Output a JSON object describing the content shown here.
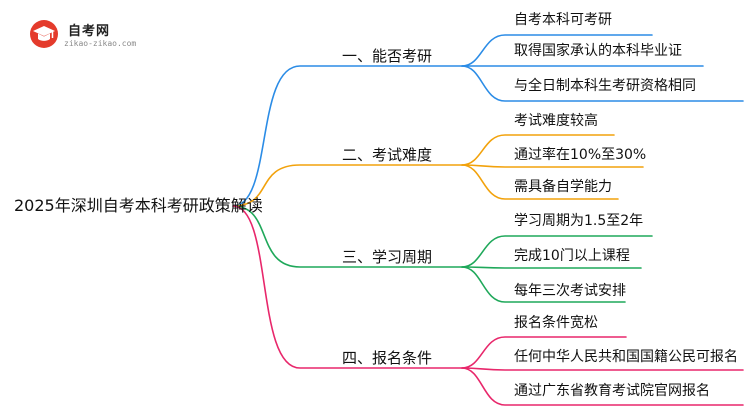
{
  "logo": {
    "title": "自考网",
    "url": "zikao-zikao.com",
    "icon": "graduation-cap-icon"
  },
  "root": {
    "label": "2025年深圳自考本科考研政策解读"
  },
  "branches": [
    {
      "label": "一、能否考研",
      "color": "#2b8ce6",
      "leaves": [
        "自考本科可考研",
        "取得国家承认的本科毕业证",
        "与全日制本科生考研资格相同"
      ]
    },
    {
      "label": "二、考试难度",
      "color": "#f2a20c",
      "leaves": [
        "考试难度较高",
        "通过率在10%至30%",
        "需具备自学能力"
      ]
    },
    {
      "label": "三、学习周期",
      "color": "#1fa85a",
      "leaves": [
        "学习周期为1.5至2年",
        "完成10门以上课程",
        "每年三次考试安排"
      ]
    },
    {
      "label": "四、报名条件",
      "color": "#e8276b",
      "leaves": [
        "报名条件宽松",
        "任何中华人民共和国国籍公民可报名",
        "通过广东省教育考试院官网报名"
      ]
    }
  ]
}
